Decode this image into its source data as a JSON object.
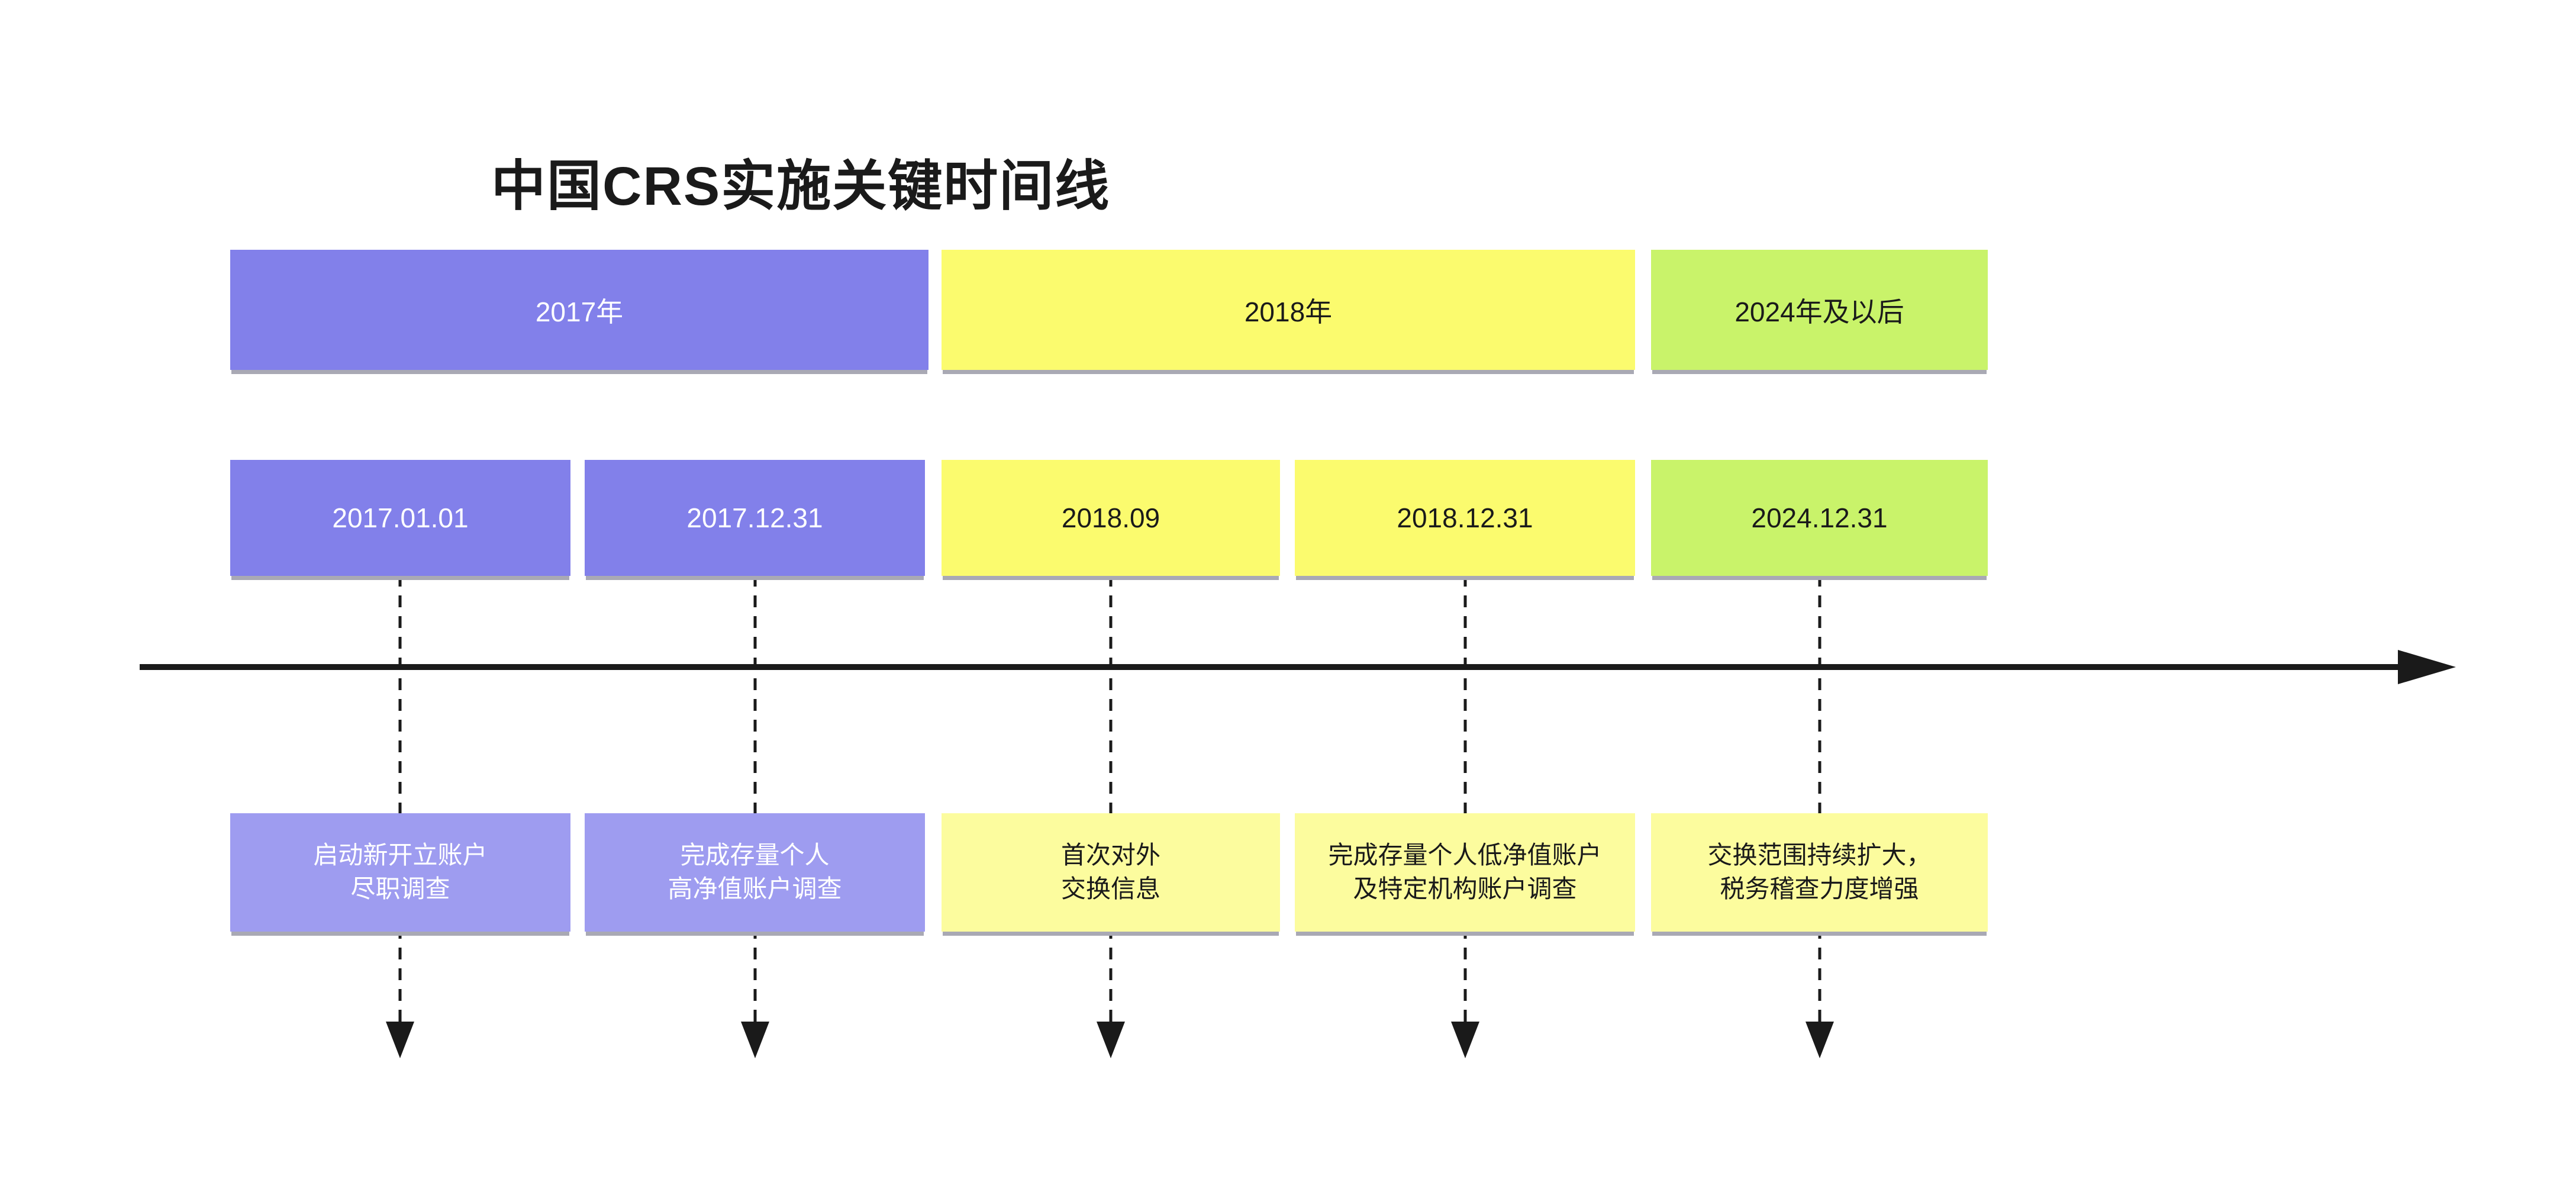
{
  "title": "中国CRS实施关键时间线",
  "colors": {
    "period_2017": "#8280ea",
    "period_2018": "#fbfb6e",
    "period_2024": "#c9f36a",
    "desc_purple": "#9e9cf0",
    "desc_yellow": "#fcfc9e",
    "axis": "#1a1a1a",
    "shadow": "#a9a9b4"
  },
  "periods": [
    {
      "label": "2017年"
    },
    {
      "label": "2018年"
    },
    {
      "label": "2024年及以后"
    }
  ],
  "milestones": [
    {
      "date": "2017.01.01",
      "description": "启动新开立账户\n尽职调查"
    },
    {
      "date": "2017.12.31",
      "description": "完成存量个人\n高净值账户调查"
    },
    {
      "date": "2018.09",
      "description": "首次对外\n交换信息"
    },
    {
      "date": "2018.12.31",
      "description": "完成存量个人低净值账户\n及特定机构账户调查"
    },
    {
      "date": "2024.12.31",
      "description": "交换范围持续扩大，\n税务稽查力度增强"
    }
  ]
}
